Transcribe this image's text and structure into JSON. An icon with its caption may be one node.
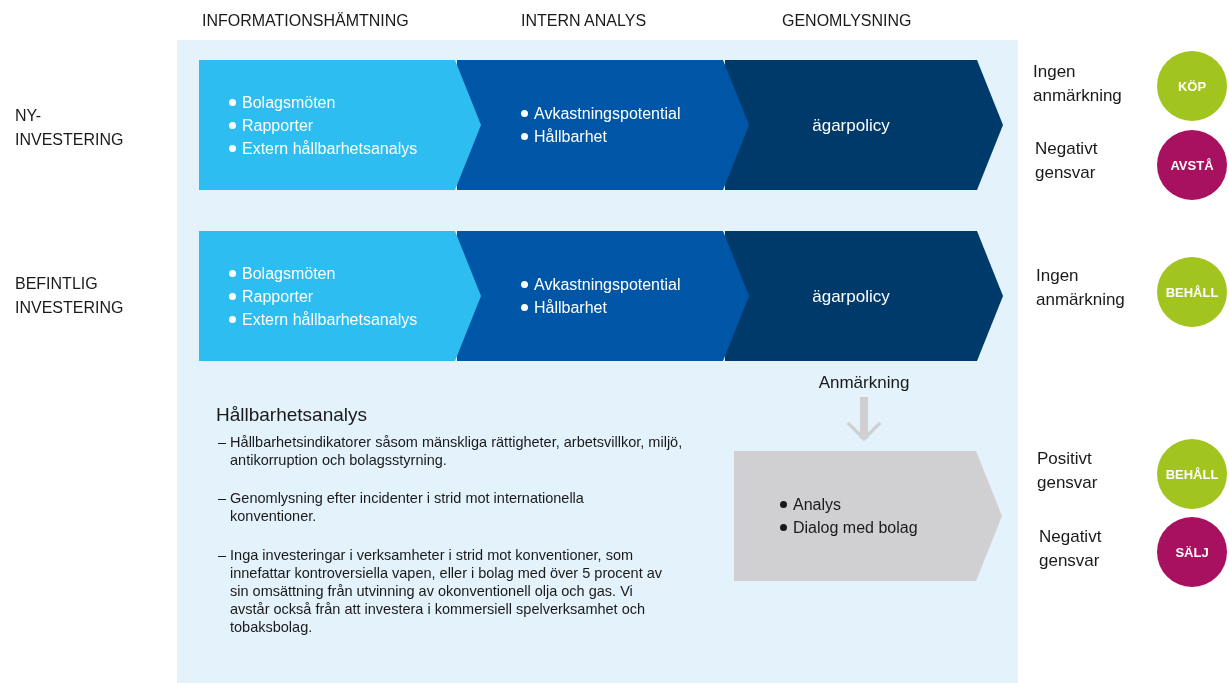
{
  "diagram": {
    "nodes": [
      {
        "text": [
          "Bolagsmöten",
          "Rapporter",
          "Extern hållbarhetsanalys"
        ]
      },
      {
        "text": [
          "Avkastningspotential",
          "Hållbarhet"
        ]
      },
      {
        "text": [
          "ägarpolicy"
        ]
      },
      {
        "text": [
          "KÖP"
        ],
        "beside": [
          "Ingen anmärkning"
        ]
      },
      {
        "text": [
          "AVSTÅ"
        ]
      },
      {
        "text": [
          "Bolagsmöten",
          "Rapporter",
          "Extern hållbarhetsanalys"
        ]
      },
      {
        "text": [
          "Avkastningspotential",
          "Hållbarhet"
        ]
      },
      {
        "text": [
          "ägarpolicy"
        ]
      },
      {
        "text": [
          "BEHÅLL"
        ],
        "beside": [
          "Ingen anmärkning"
        ]
      },
      {
        "text": [
          "Analys",
          "Dialog med bolag"
        ]
      },
      {
        "text": [
          "BEHÅLL"
        ]
      },
      {
        "text": [
          "SÄLJ"
        ],
        "beside": [
          "Negativt gensvar"
        ]
      }
    ],
    "edges": [
      {
        "from": 7,
        "to": 9,
        "arrow": "to",
        "label": "Anmärkning",
        "color": "#d0d0d2"
      }
    ],
    "labels": [
      "Negativt gensvar",
      "Positivt gensvar",
      "INFORMATIONSHÄMTNING",
      "INTERN ANALYS",
      "GENOMLYSNING",
      "NY- INVESTERING",
      "BEFINTLIG INVESTERING",
      "Hållbarhetsanalys",
      "– Hållbarhetsindikatorer såsom mänskliga rättigheter, arbetsvillkor, miljö, antikorruption och bolagsstyrning.",
      "– Genomlysning efter incidenter i strid mot internationella konventioner.",
      "– Inga investeringar i verksamheter i strid mot konventioner, som innefattar kontroversiella vapen, eller i bolag med över 5 procent av sin omsättning från utvinning av okonventionell olja och gas. Vi avstår också från att investera i kommersiell spelverksamhet och tobaksbolag."
    ]
  }
}
